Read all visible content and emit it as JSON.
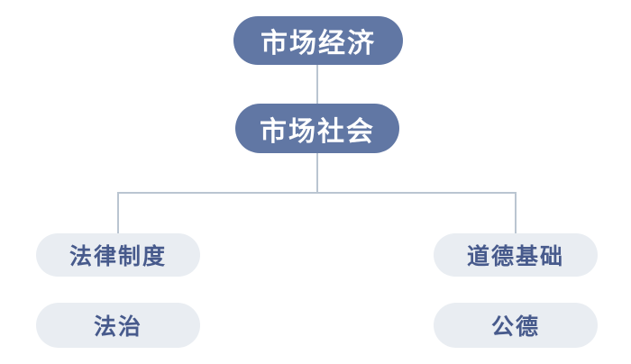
{
  "diagram": {
    "type": "hierarchy-flowchart",
    "colors": {
      "background": "#ffffff",
      "primary_node_bg": "#6177a4",
      "primary_node_text": "#ffffff",
      "secondary_node_bg": "#e9edf2",
      "secondary_node_text": "#475a8c",
      "connector": "#bac5d1"
    },
    "nodes": {
      "root": {
        "label": "市场经济"
      },
      "child": {
        "label": "市场社会"
      },
      "branch_left": {
        "label": "法律制度"
      },
      "branch_right": {
        "label": "道德基础"
      },
      "leaf_left": {
        "label": "法治"
      },
      "leaf_right": {
        "label": "公德"
      }
    },
    "edges": [
      {
        "from": "root",
        "to": "child"
      },
      {
        "from": "child",
        "to": "branch_left"
      },
      {
        "from": "child",
        "to": "branch_right"
      }
    ]
  }
}
